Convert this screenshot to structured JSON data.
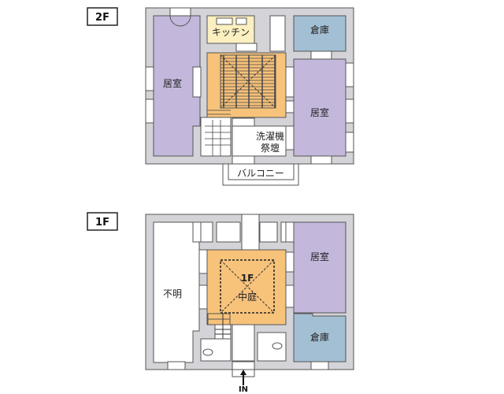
{
  "floors": {
    "second": {
      "label": "2F",
      "rooms": {
        "left_room": "居室",
        "kitchen": "キッチン",
        "storage": "倉庫",
        "right_room": "居室",
        "laundry_1": "洗濯機",
        "laundry_2": "祭壇",
        "balcony": "バルコニー"
      }
    },
    "first": {
      "label": "1F",
      "rooms": {
        "unknown": "不明",
        "courtyard_1": "1F",
        "courtyard_2": "中庭",
        "room": "居室",
        "storage": "倉庫"
      },
      "entrance": "IN"
    }
  },
  "colors": {
    "wall": "#d4d4d8",
    "outline": "#555555",
    "room": "#c3b8db",
    "kitchen": "#fcefc0",
    "storage": "#a3bfd3",
    "courtyard": "#f7c27a"
  }
}
